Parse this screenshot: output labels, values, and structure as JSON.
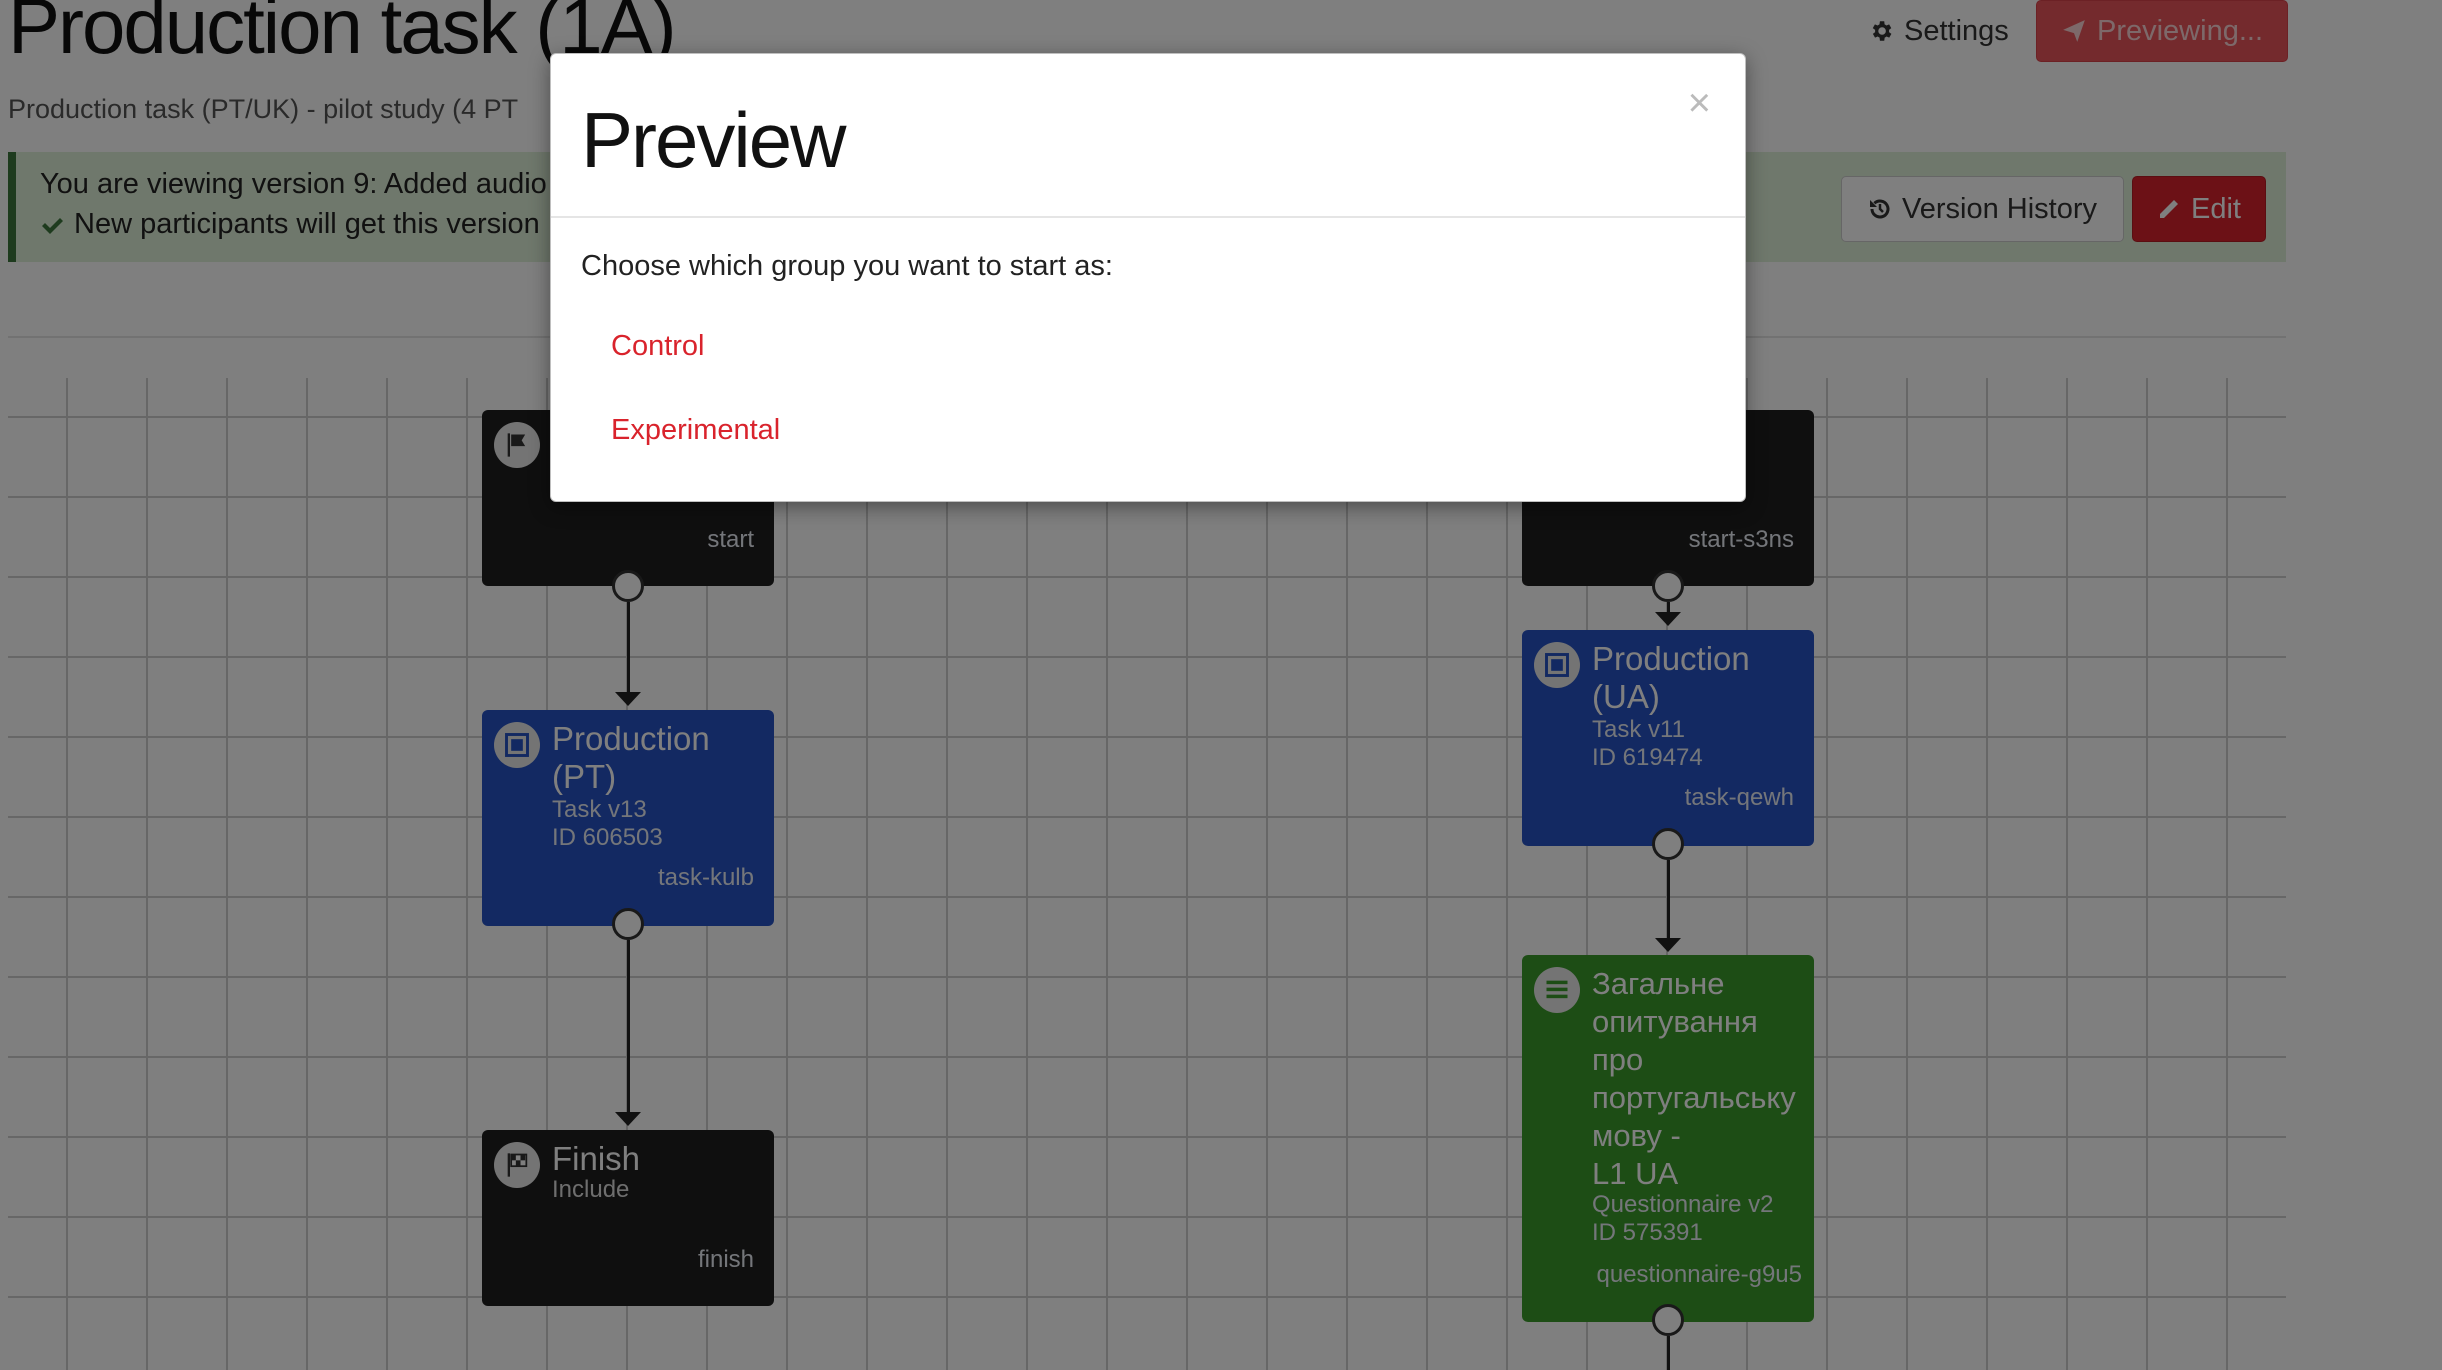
{
  "header": {
    "title": "Production task (1A)",
    "subtitle": "Production task (PT/UK) - pilot study (4 PT",
    "settings_label": "Settings",
    "previewing_label": "Previewing..."
  },
  "alert": {
    "line1": "You are viewing version 9: Added audio",
    "line2": "New participants will get this version"
  },
  "toolbar": {
    "version_history_label": "Version History",
    "edit_label": "Edit"
  },
  "nodes": {
    "start_left": {
      "title": "",
      "id": "start"
    },
    "start_right": {
      "title": "",
      "id": "start-s3ns"
    },
    "production_pt": {
      "title_line1": "Production",
      "title_line2": "(PT)",
      "sub1": "Task v13",
      "sub2": "ID 606503",
      "id": "task-kulb"
    },
    "production_ua": {
      "title_line1": "Production",
      "title_line2": "(UA)",
      "sub1": "Task v11",
      "sub2": "ID 619474",
      "id": "task-qewh"
    },
    "finish": {
      "title": "Finish",
      "sub1": "Include",
      "id": "finish"
    },
    "questionnaire": {
      "title_lines": [
        "Загальне",
        "опитування",
        "про",
        "португальську",
        "мову -",
        "L1 UA"
      ],
      "sub1": "Questionnaire v2",
      "sub2": "ID 575391",
      "id": "questionnaire-g9u5"
    }
  },
  "modal": {
    "title": "Preview",
    "close_label": "×",
    "prompt": "Choose which group you want to start as:",
    "options": [
      "Control",
      "Experimental"
    ]
  },
  "colors": {
    "accent_red": "#d9232c",
    "node_dark": "#1f1f1f",
    "node_blue": "#2652c4",
    "node_green": "#3a9a2a",
    "alert_bg": "#dff0d8"
  }
}
